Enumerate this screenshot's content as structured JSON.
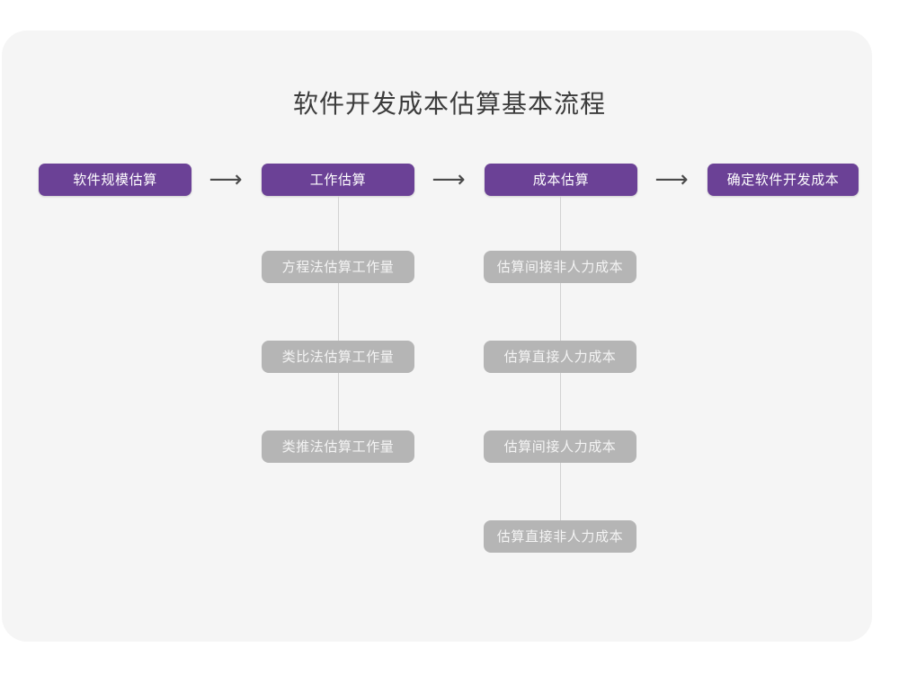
{
  "diagram": {
    "title": "软件开发成本估算基本流程",
    "type": "flowchart",
    "colors": {
      "canvas": "#ffffff",
      "card": "#f5f5f5",
      "primary_node": "#6b4196",
      "primary_node_text": "#ffffff",
      "secondary_node": "#b5b5b5",
      "secondary_node_text": "#f4f4f4",
      "title_text": "#3c3c3c",
      "connector": "#d2d2d2",
      "arrow": "#4a4a4a"
    },
    "arrow_glyph": "⟶",
    "stages": [
      {
        "id": "stage-1",
        "label": "软件规模估算",
        "substeps": []
      },
      {
        "id": "stage-2",
        "label": "工作估算",
        "substeps": [
          "方程法估算工作量",
          "类比法估算工作量",
          "类推法估算工作量"
        ]
      },
      {
        "id": "stage-3",
        "label": "成本估算",
        "substeps": [
          "估算间接非人力成本",
          "估算直接人力成本",
          "估算间接人力成本",
          "估算直接非人力成本"
        ]
      },
      {
        "id": "stage-4",
        "label": "确定软件开发成本",
        "substeps": []
      }
    ],
    "arrows": [
      {
        "id": "arrow-1",
        "glyph": "⟶"
      },
      {
        "id": "arrow-2",
        "glyph": "⟶"
      },
      {
        "id": "arrow-3",
        "glyph": "⟶"
      }
    ]
  }
}
